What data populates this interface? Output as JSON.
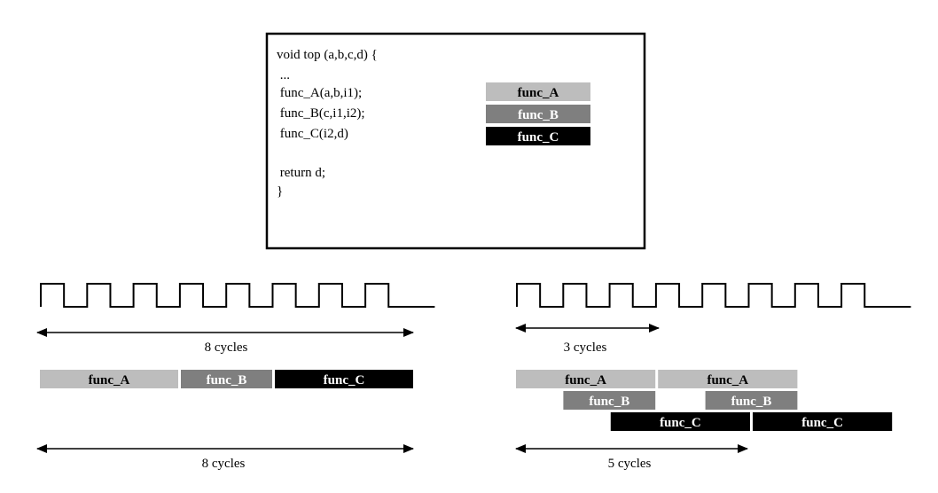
{
  "code_box": {
    "lines": [
      "void top (a,b,c,d) {",
      " ...",
      " func_A(a,b,i1);",
      " func_B(c,i1,i2);",
      " func_C(i2,d)",
      "",
      " return d;",
      "}"
    ],
    "legend": [
      "func_A",
      "func_B",
      "func_C"
    ]
  },
  "colors": {
    "func_A": "#bdbdbd",
    "func_B": "#7f7f7f",
    "func_C": "#000000",
    "label_on_light": "#000000",
    "label_on_dark": "#ffffff"
  },
  "left": {
    "clock_cycles": 8,
    "clock_label": "8 cycles",
    "blocks": [
      {
        "label": "func_A",
        "func": "func_A",
        "start": 0,
        "duration": 3
      },
      {
        "label": "func_B",
        "func": "func_B",
        "start": 3,
        "duration": 2
      },
      {
        "label": "func_C",
        "func": "func_C",
        "start": 5,
        "duration": 3
      }
    ],
    "total_label": "8 cycles"
  },
  "right": {
    "clock_cycles": 8,
    "clock_label": "3 cycles",
    "blocks": [
      {
        "label": "func_A",
        "func": "func_A",
        "start": 0,
        "duration": 3,
        "row": 0
      },
      {
        "label": "func_A",
        "func": "func_A",
        "start": 3,
        "duration": 3,
        "row": 0
      },
      {
        "label": "func_B",
        "func": "func_B",
        "start": 1,
        "duration": 2,
        "row": 1
      },
      {
        "label": "func_B",
        "func": "func_B",
        "start": 4,
        "duration": 2,
        "row": 1
      },
      {
        "label": "func_C",
        "func": "func_C",
        "start": 2,
        "duration": 3,
        "row": 2
      },
      {
        "label": "func_C",
        "func": "func_C",
        "start": 5,
        "duration": 3,
        "row": 2
      }
    ],
    "total_label": "5 cycles"
  }
}
